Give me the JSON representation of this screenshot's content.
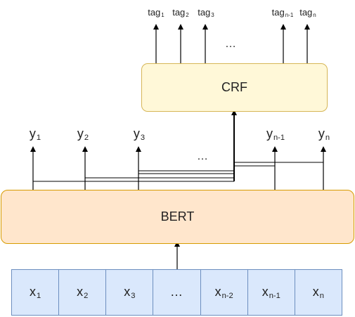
{
  "diagram": {
    "crf_label": "CRF",
    "bert_label": "BERT",
    "tags": [
      {
        "base": "tag",
        "sub": "1"
      },
      {
        "base": "tag",
        "sub": "2"
      },
      {
        "base": "tag",
        "sub": "3"
      },
      {
        "base": "tag",
        "sub": "n-1"
      },
      {
        "base": "tag",
        "sub": "n"
      }
    ],
    "tags_ellipsis": "…",
    "outputs": [
      {
        "base": "y",
        "sub": "1"
      },
      {
        "base": "y",
        "sub": "2"
      },
      {
        "base": "y",
        "sub": "3"
      },
      {
        "base": "y",
        "sub": "n-1"
      },
      {
        "base": "y",
        "sub": "n"
      }
    ],
    "outputs_ellipsis": "…",
    "inputs": [
      {
        "base": "x",
        "sub": "1"
      },
      {
        "base": "x",
        "sub": "2"
      },
      {
        "base": "x",
        "sub": "3"
      },
      {
        "base": "…",
        "sub": ""
      },
      {
        "base": "x",
        "sub": "n-2"
      },
      {
        "base": "x",
        "sub": "n-1"
      },
      {
        "base": "x",
        "sub": "n"
      }
    ],
    "colors": {
      "crf_fill": "#fff8d8",
      "crf_stroke": "#d6b656",
      "bert_fill": "#ffe6cc",
      "bert_stroke": "#d79b00",
      "input_fill": "#dae8fc",
      "input_stroke": "#6c8ebf"
    }
  }
}
